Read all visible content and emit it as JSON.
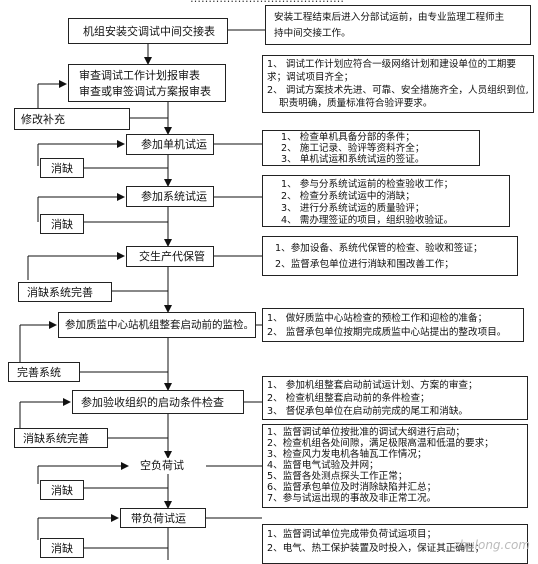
{
  "header_fragment": "……………………………………",
  "start_box": "机组安装交调试中间交接表",
  "start_note": [
    "安装工程结束后进入分部试运前，由专业监理工程师主",
    "持中间交接工作。"
  ],
  "review_box": [
    "审查调试工作计划报审表",
    "审查或审签调试方案报审表"
  ],
  "review_note": [
    "1、  调试工作计划应符合一级网络计划和建设单位的工期要",
    "     求；调试项目齐全；",
    "2、  调试方案技术先进、可靠、安全措施齐全，人员组织到位,",
    "职责明确，质量标准符合验评要求。"
  ],
  "revise_box": "修改补充",
  "unit_test_box": "参加单机试运",
  "unit_test_note": [
    "1、  检查单机具备分部的条件；",
    "2、  施工记录、验评等资料齐全；",
    "3、  单机试运和系统试运的签证。"
  ],
  "fix1_box": "消缺",
  "system_test_box": "参加系统试运",
  "system_test_note": [
    "1、  参与分系统试运前的检查验收工作；",
    "2、  检查分系统试运中的消缺；",
    "3、  进行分系统试运的质量验评；",
    "4、  需办理签证的项目，组织验收验证。"
  ],
  "fix2_box": "消缺",
  "handover_box": "交生产代保管",
  "handover_note": [
    "1、参加设备、系统代保管的检查、验收和签证；",
    "2、监督承包单位进行消缺和围改善工作；"
  ],
  "fix3_box": "消缺系统完善",
  "quality_check_box": "参加质监中心站机组整套启动前的监检。",
  "quality_check_note": [
    "1、  做好质监中心站检查的预检工作和迎检的准备；",
    "2、  监督承包单位按期完成质监中心站提出的整改项目。"
  ],
  "improve_box": "完善系统",
  "acceptance_box": "参加验收组织的启动条件检查",
  "acceptance_note": [
    "1、    参加机组整套启动前试运计划、方案的审查；",
    "2、    检查机组整套启动前的条件检查；",
    "3、    督促承包单位在启动前完成的尾工和消缺。"
  ],
  "fix4_box": "消缺系统完善",
  "noload_box": "空负荷试",
  "noload_note": [
    "1、监督调试单位按批准的调试大纲进行启动；",
    "2、检查机组各处间隙，满足极限高温和低温的要求；",
    "3、检查风力发电机各轴瓦工作情况；",
    "4、监督电气试验及并网；",
    "5、监督各处测点探头工作正常；",
    "6、监督承包单位及时消除缺陷并汇总；",
    "7、参与试运出现的事故及非正常工况。"
  ],
  "fix5_box": "消缺",
  "load_box": "带负荷试运",
  "load_note": [
    "1、监督调试单位完成带负荷试运项目；",
    "2、电气、热工保护装置及时投入，保证其正确性；"
  ],
  "fix6_box": "消缺",
  "watermark": "zhulong.com"
}
